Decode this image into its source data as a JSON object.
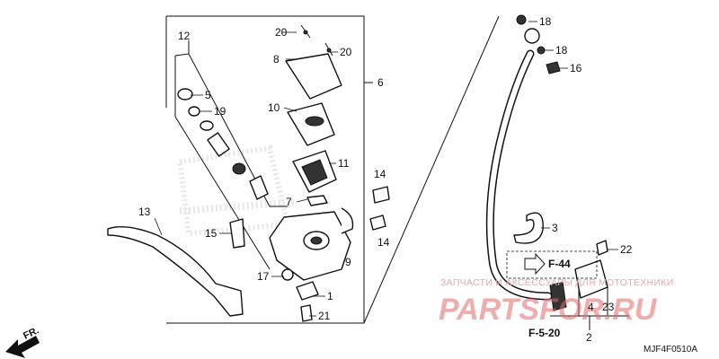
{
  "callouts": [
    {
      "id": "c12",
      "text": "12"
    },
    {
      "id": "c5",
      "text": "5"
    },
    {
      "id": "c19",
      "text": "19"
    },
    {
      "id": "c20a",
      "text": "20"
    },
    {
      "id": "c20b",
      "text": "20"
    },
    {
      "id": "c8",
      "text": "8"
    },
    {
      "id": "c6",
      "text": "6"
    },
    {
      "id": "c10",
      "text": "10"
    },
    {
      "id": "c11",
      "text": "11"
    },
    {
      "id": "c14a",
      "text": "14"
    },
    {
      "id": "c14b",
      "text": "14"
    },
    {
      "id": "c7",
      "text": "7"
    },
    {
      "id": "c9",
      "text": "9"
    },
    {
      "id": "c13",
      "text": "13"
    },
    {
      "id": "c15",
      "text": "15"
    },
    {
      "id": "c17",
      "text": "17"
    },
    {
      "id": "c1",
      "text": "1"
    },
    {
      "id": "c21",
      "text": "21"
    },
    {
      "id": "c18a",
      "text": "18"
    },
    {
      "id": "c18b",
      "text": "18"
    },
    {
      "id": "c16",
      "text": "16"
    },
    {
      "id": "c3",
      "text": "3"
    },
    {
      "id": "c22",
      "text": "22"
    },
    {
      "id": "c4",
      "text": "4"
    },
    {
      "id": "c23",
      "text": "23"
    },
    {
      "id": "c2",
      "text": "2"
    }
  ],
  "references": {
    "f44": "F-44",
    "f520": "F-5-20"
  },
  "direction": "FR.",
  "watermark": {
    "text": "ЗАПЧАСТИ И АКСЕССУАРЫ ДЛЯ МОТОТЕХНИКИ",
    "logo": "PARTSFOR.RU"
  },
  "diagram_code": "MJF4F0510A"
}
